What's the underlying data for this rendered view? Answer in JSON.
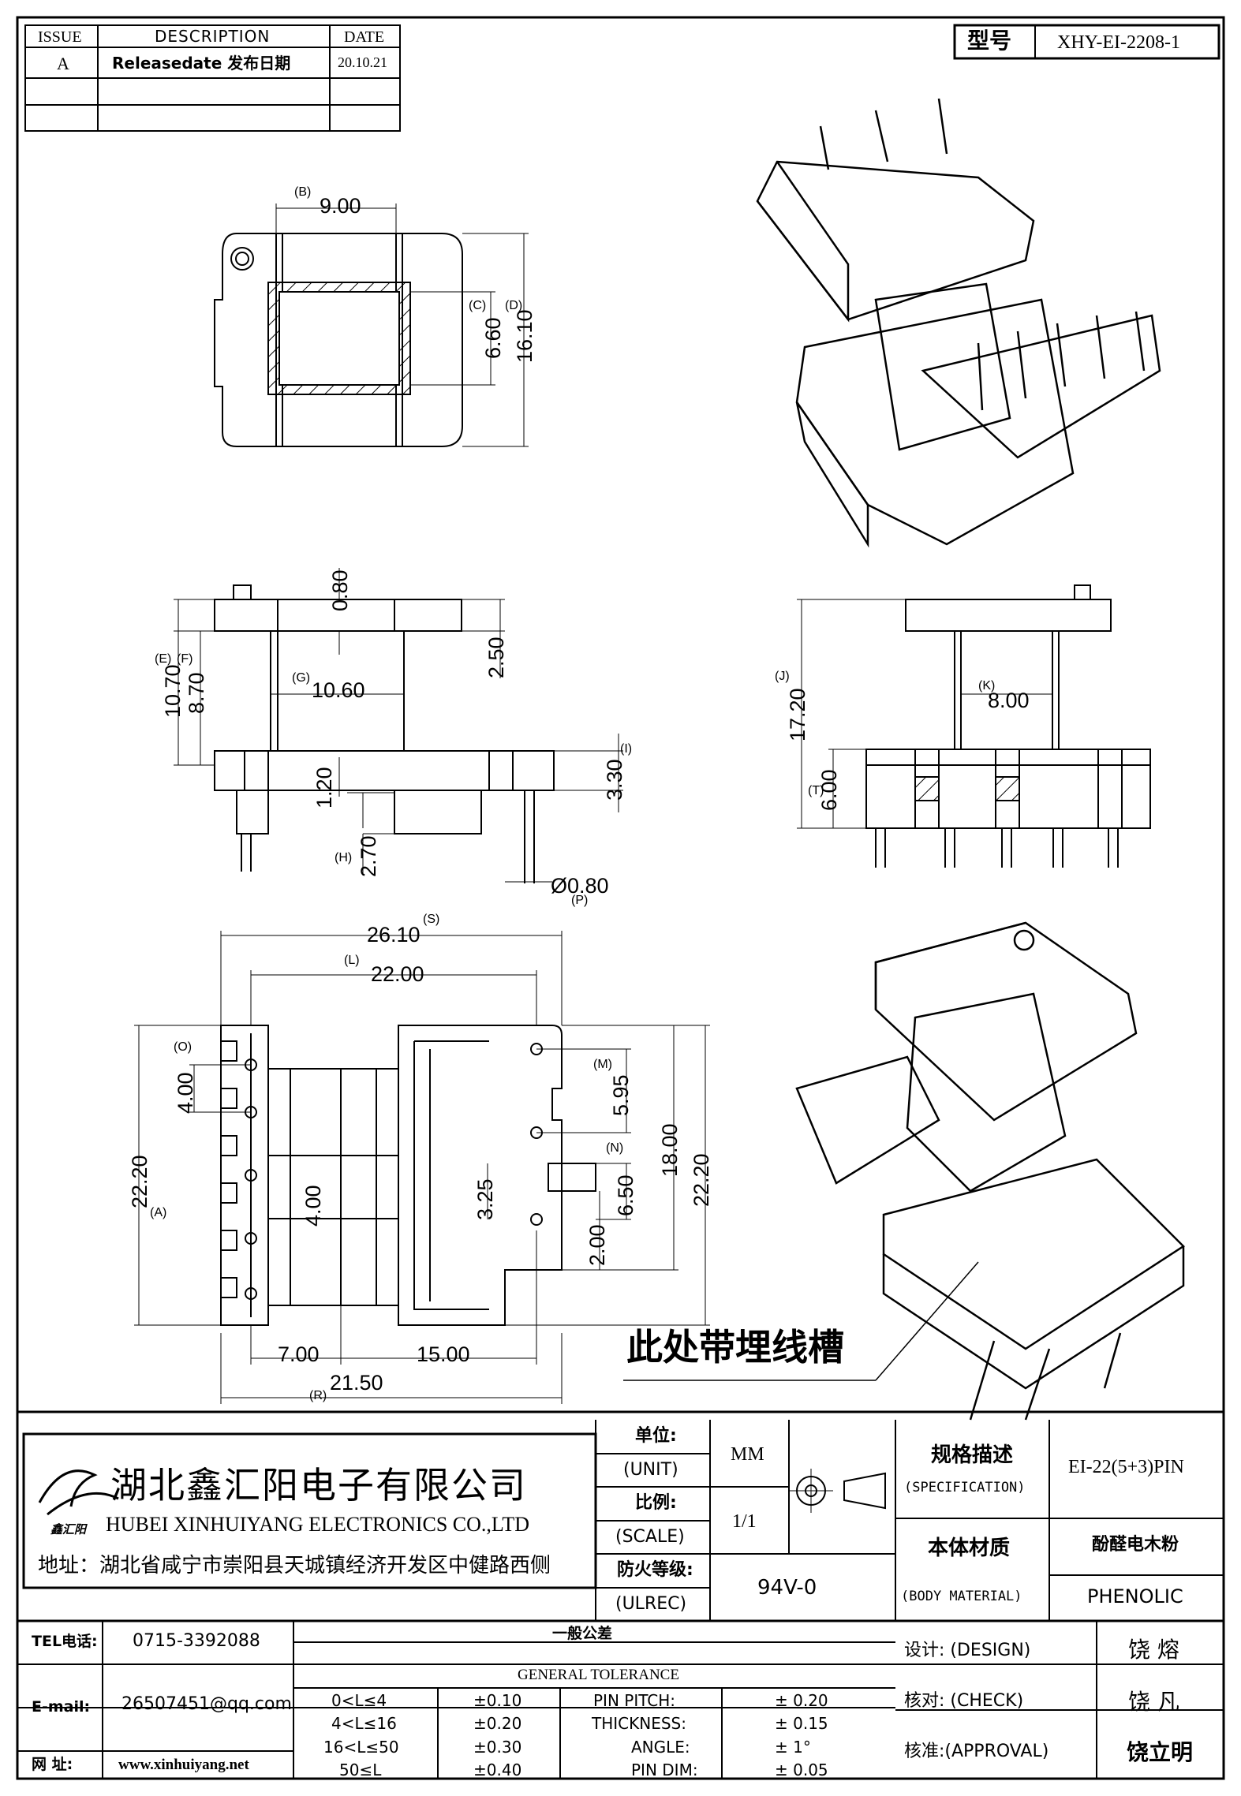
{
  "revision_table": {
    "headers": [
      "ISSUE",
      "DESCRIPTION",
      "DATE"
    ],
    "rows": [
      {
        "issue": "A",
        "description": "Releasedate 发布日期",
        "date": "20.10.21"
      }
    ]
  },
  "model": {
    "label": "型号",
    "value": "XHY-EI-2208-1"
  },
  "top_view": {
    "dims": [
      {
        "letter": "(B)",
        "value": "9.00"
      },
      {
        "letter": "(C)",
        "value": "6.60"
      },
      {
        "letter": "(D)",
        "value": "16.10"
      }
    ]
  },
  "front_view": {
    "dims": [
      {
        "letter": "",
        "value": "0.80"
      },
      {
        "letter": "",
        "value": "2.50"
      },
      {
        "letter": "(E)",
        "value": "10.70"
      },
      {
        "letter": "(F)",
        "value": "8.70"
      },
      {
        "letter": "(G)",
        "value": "10.60"
      },
      {
        "letter": "(I)",
        "value": "3.30"
      },
      {
        "letter": "",
        "value": "1.20"
      },
      {
        "letter": "(H)",
        "value": "2.70"
      },
      {
        "letter": "(P)",
        "value": "Ø0.80"
      }
    ]
  },
  "side_view": {
    "dims": [
      {
        "letter": "(J)",
        "value": "17.20"
      },
      {
        "letter": "(K)",
        "value": "8.00"
      },
      {
        "letter": "(T)",
        "value": "6.00"
      }
    ]
  },
  "bottom_view": {
    "dims": [
      {
        "letter": "(S)",
        "value": "26.10"
      },
      {
        "letter": "(L)",
        "value": "22.00"
      },
      {
        "letter": "(O)",
        "value": "4.00"
      },
      {
        "letter": "(A)",
        "value": "22.20"
      },
      {
        "letter": "",
        "value": "4.00"
      },
      {
        "letter": "",
        "value": "3.25"
      },
      {
        "letter": "(M)",
        "value": "5.95"
      },
      {
        "letter": "(N)",
        "value": "6.50"
      },
      {
        "letter": "",
        "value": "2.00"
      },
      {
        "letter": "",
        "value": "18.00"
      },
      {
        "letter": "",
        "value": "22.20"
      },
      {
        "letter": "",
        "value": "7.00"
      },
      {
        "letter": "",
        "value": "15.00"
      },
      {
        "letter": "(R)",
        "value": "21.50"
      }
    ]
  },
  "annotation": "此处带埋线槽",
  "company": {
    "name_cn": "湖北鑫汇阳电子有限公司",
    "name_en": "HUBEI XINHUIYANG ELECTRONICS CO.,LTD",
    "address": "地址：湖北省咸宁市崇阳县天城镇经济开发区中健路西侧",
    "logo_text": "鑫汇阳"
  },
  "title_block": {
    "unit_label_cn": "单位:",
    "unit_label_en": "(UNIT)",
    "unit_value": "MM",
    "scale_label_cn": "比例:",
    "scale_label_en": "(SCALE)",
    "scale_value": "1/1",
    "fire_label_cn": "防火等级:",
    "fire_label_en": "(ULREC)",
    "fire_value": "94V-0",
    "spec_label_cn": "规格描述",
    "spec_label_en": "(SPECIFICATION)",
    "spec_value": "EI-22(5+3)PIN",
    "material_label_cn": "本体材质",
    "material_label_en": "(BODY MATERIAL)",
    "material_value_cn": "酚醛电木粉",
    "material_value_en": "PHENOLIC"
  },
  "contact": {
    "tel_label": "TEL电话:",
    "tel": "0715-3392088",
    "email_label": "E-mail:",
    "email": "26507451@qq.com",
    "web_label": "网  址:",
    "web": "www.xinhuiyang.net"
  },
  "tolerance": {
    "title_cn": "一般公差",
    "title_en": "GENERAL TOLERANCE",
    "ranges": [
      {
        "range": "0<L≤4",
        "tol": "±0.10"
      },
      {
        "range": "4<L≤16",
        "tol": "±0.20"
      },
      {
        "range": "16<L≤50",
        "tol": "±0.30"
      },
      {
        "range": "50≤L",
        "tol": "±0.40"
      }
    ],
    "specials": [
      {
        "name": "PIN PITCH:",
        "tol": "± 0.20"
      },
      {
        "name": "THICKNESS:",
        "tol": "± 0.15"
      },
      {
        "name": "ANGLE:",
        "tol": "± 1°"
      },
      {
        "name": "PIN DIM:",
        "tol": "± 0.05"
      }
    ]
  },
  "approvals": [
    {
      "label": "设计: (DESIGN)",
      "name": "饶  熔"
    },
    {
      "label": "核对: (CHECK)",
      "name": "饶  凡"
    },
    {
      "label": "核准:(APPROVAL)",
      "name": "饶立明"
    }
  ]
}
